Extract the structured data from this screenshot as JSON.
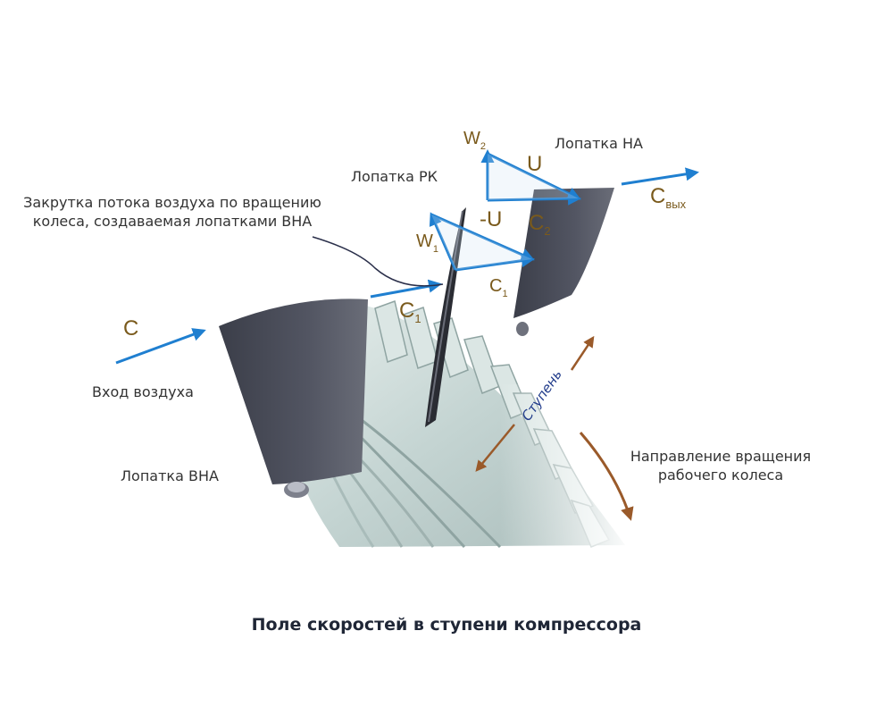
{
  "labels": {
    "swirl_line1": "Закрутка потока воздуха по вращению",
    "swirl_line2": "колеса, создаваемая лопатками ВНА",
    "rk_blade": "Лопатка РК",
    "na_blade": "Лопатка НА",
    "air_inlet": "Вход воздуха",
    "vna_blade": "Лопатка ВНА",
    "rotation_line1": "Направление вращения",
    "rotation_line2": "рабочего колеса",
    "stage": "Ступень"
  },
  "vectors": {
    "c": "C",
    "c1_base": "C",
    "c1_sub": "1",
    "w1_base": "W",
    "w1_sub": "1",
    "minus_u": "-U",
    "u": "U",
    "w2_base": "W",
    "w2_sub": "2",
    "c2_base": "C",
    "c2_sub": "2",
    "cout_base": "C",
    "cout_sub": "вых"
  },
  "caption": "Поле скоростей в ступени компрессора",
  "colors": {
    "vector_blue": "#1f7fd0",
    "vector_label": "#7a5a1c",
    "blade_dark": "#4a4d59",
    "rotor_light": "#c8d8d6",
    "arrow_brown": "#9a5a2a"
  }
}
